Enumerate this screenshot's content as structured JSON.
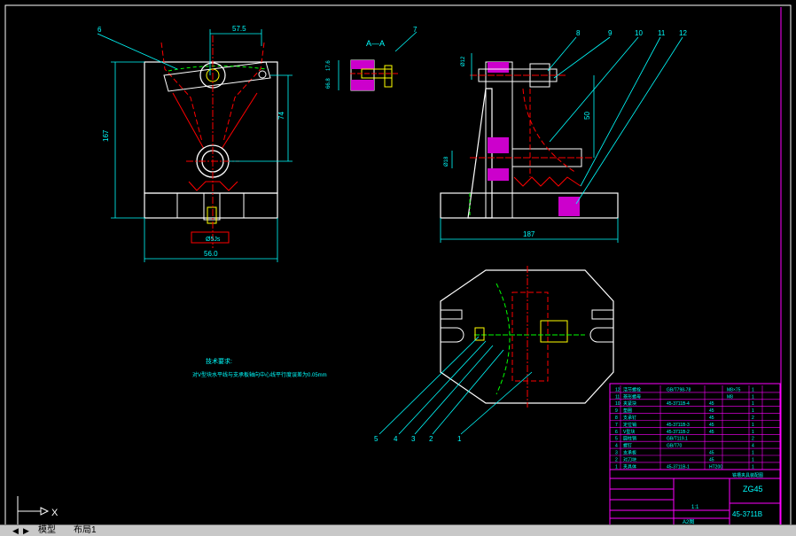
{
  "annotations": {
    "section_label": "A—A",
    "dims": {
      "top_width": "57.5",
      "bottom_width": "56.0",
      "left_height": "167",
      "right_height": "74",
      "base_width": "187",
      "side_dim": "50",
      "small_a": "17.6",
      "small_b": "66.8",
      "bolt_dim": "Ø12",
      "bore_dim": "Ø18",
      "slot_dim": "Ø5Js"
    },
    "tech_title": "技术要求:",
    "tech_text": "对V型块水平线与支承板轴向中心线平行度误差为0.05mm",
    "callouts": [
      "6",
      "7",
      "8",
      "9",
      "10",
      "11",
      "12",
      "5",
      "4",
      "3",
      "2",
      "1"
    ]
  },
  "title_block": {
    "parts": [
      {
        "no": "12",
        "name": "活节螺栓",
        "code": "GB/T798-78",
        "qty": "1",
        "mat": "",
        "note": "M8×75"
      },
      {
        "no": "11",
        "name": "菱形螺母",
        "code": "",
        "qty": "1",
        "mat": "",
        "note": "M8"
      },
      {
        "no": "10",
        "name": "夹紧块",
        "code": "45-3711B-4",
        "qty": "1",
        "mat": "45",
        "note": ""
      },
      {
        "no": "9",
        "name": "垫圈",
        "code": "",
        "qty": "1",
        "mat": "45",
        "note": ""
      },
      {
        "no": "8",
        "name": "支承钉",
        "code": "",
        "qty": "2",
        "mat": "45",
        "note": ""
      },
      {
        "no": "7",
        "name": "定位销",
        "code": "45-3711B-3",
        "qty": "1",
        "mat": "45",
        "note": ""
      },
      {
        "no": "6",
        "name": "V型块",
        "code": "45-3711B-2",
        "qty": "1",
        "mat": "45",
        "note": ""
      },
      {
        "no": "5",
        "name": "圆柱销",
        "code": "GB/T119.1",
        "qty": "2",
        "mat": "",
        "note": ""
      },
      {
        "no": "4",
        "name": "螺钉",
        "code": "GB/T70",
        "qty": "4",
        "mat": "",
        "note": ""
      },
      {
        "no": "3",
        "name": "支承板",
        "code": "",
        "qty": "1",
        "mat": "45",
        "note": ""
      },
      {
        "no": "2",
        "name": "对刀块",
        "code": "",
        "qty": "1",
        "mat": "45",
        "note": ""
      },
      {
        "no": "1",
        "name": "夹具体",
        "code": "45-3711B-1",
        "qty": "1",
        "mat": "HT200",
        "note": ""
      }
    ],
    "header_label": "铣槽夹具装配图",
    "material": "ZG45",
    "drawing_no": "45-3711B",
    "scale": "1:1",
    "sheet_label": "A2图"
  },
  "bottom_bar": {
    "tabs": [
      "模型",
      "布局1"
    ],
    "axis_label": "X"
  },
  "colors": {
    "outline": "#ffffff",
    "center": "#ff0000",
    "dim": "#00ffff",
    "callout": "#00ffff",
    "section_fill": "#cc00cc",
    "hidden": "#00cc00",
    "green": "#00ff00",
    "yellow": "#ffff00",
    "frame": "#ff00ff"
  }
}
